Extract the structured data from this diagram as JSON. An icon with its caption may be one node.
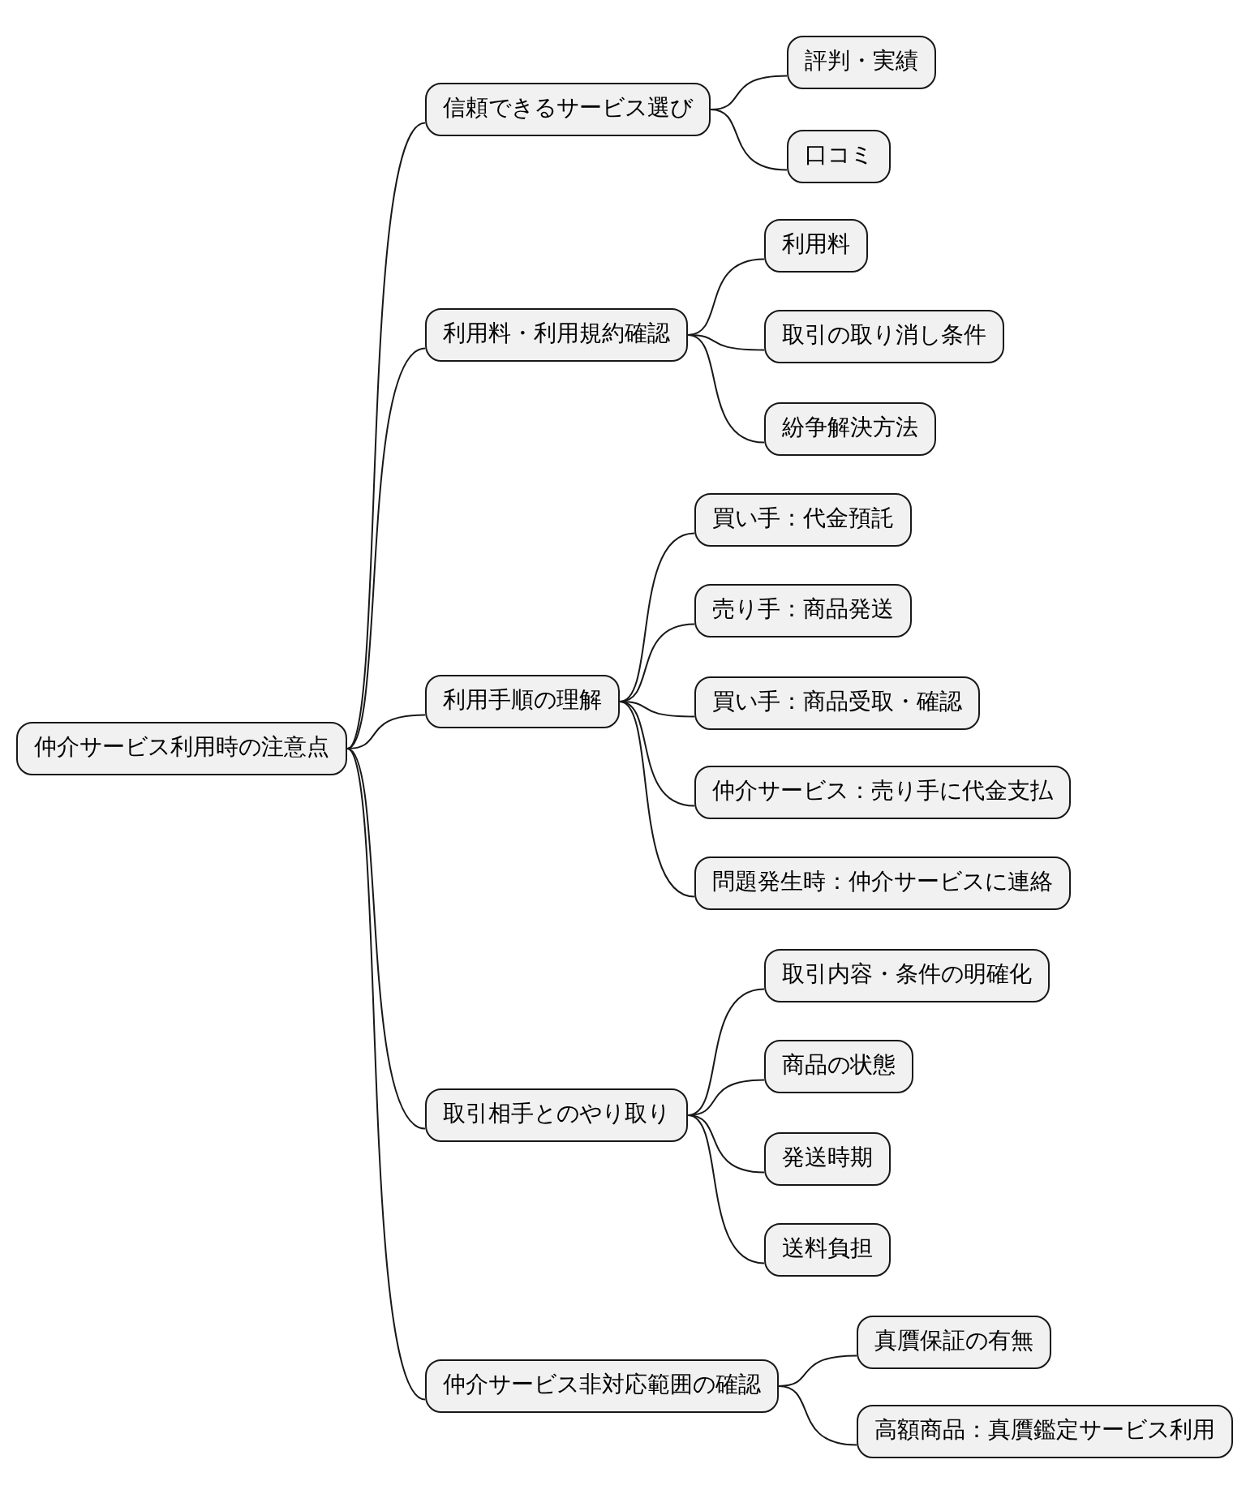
{
  "diagram": {
    "nodes": [
      {
        "text": [
          "仲介サービス利用時の注意点"
        ]
      },
      {
        "text": [
          "信頼できるサービス選び"
        ]
      },
      {
        "text": [
          "評判・実績"
        ]
      },
      {
        "text": [
          "口コミ"
        ]
      },
      {
        "text": [
          "利用料・利用規約確認"
        ]
      },
      {
        "text": [
          "利用料"
        ]
      },
      {
        "text": [
          "取引の取り消し条件"
        ]
      },
      {
        "text": [
          "紛争解決方法"
        ]
      },
      {
        "text": [
          "利用手順の理解"
        ]
      },
      {
        "text": [
          "買い手：代金預託"
        ]
      },
      {
        "text": [
          "売り手：商品発送"
        ]
      },
      {
        "text": [
          "買い手：商品受取・確認"
        ]
      },
      {
        "text": [
          "仲介サービス：売り手に代金支払"
        ]
      },
      {
        "text": [
          "問題発生時：仲介サービスに連絡"
        ]
      },
      {
        "text": [
          "取引相手とのやり取り"
        ]
      },
      {
        "text": [
          "取引内容・条件の明確化"
        ]
      },
      {
        "text": [
          "商品の状態"
        ]
      },
      {
        "text": [
          "発送時期"
        ]
      },
      {
        "text": [
          "送料負担"
        ]
      },
      {
        "text": [
          "仲介サービス非対応範囲の確認"
        ]
      },
      {
        "text": [
          "真贋保証の有無"
        ]
      },
      {
        "text": [
          "高額商品：真贋鑑定サービス利用"
        ]
      }
    ],
    "edges": [
      {
        "from": 0,
        "to": 1,
        "arrow": "none"
      },
      {
        "from": 1,
        "to": 2,
        "arrow": "none"
      },
      {
        "from": 1,
        "to": 3,
        "arrow": "none"
      },
      {
        "from": 0,
        "to": 4,
        "arrow": "none"
      },
      {
        "from": 4,
        "to": 5,
        "arrow": "none"
      },
      {
        "from": 4,
        "to": 6,
        "arrow": "none"
      },
      {
        "from": 4,
        "to": 7,
        "arrow": "none"
      },
      {
        "from": 0,
        "to": 8,
        "arrow": "none"
      },
      {
        "from": 8,
        "to": 9,
        "arrow": "none"
      },
      {
        "from": 8,
        "to": 10,
        "arrow": "none"
      },
      {
        "from": 8,
        "to": 11,
        "arrow": "none"
      },
      {
        "from": 8,
        "to": 12,
        "arrow": "none"
      },
      {
        "from": 8,
        "to": 13,
        "arrow": "none"
      },
      {
        "from": 0,
        "to": 14,
        "arrow": "none"
      },
      {
        "from": 14,
        "to": 15,
        "arrow": "none"
      },
      {
        "from": 14,
        "to": 16,
        "arrow": "none"
      },
      {
        "from": 14,
        "to": 17,
        "arrow": "none"
      },
      {
        "from": 14,
        "to": 18,
        "arrow": "none"
      },
      {
        "from": 0,
        "to": 19,
        "arrow": "none"
      },
      {
        "from": 19,
        "to": 20,
        "arrow": "none"
      },
      {
        "from": 19,
        "to": 21,
        "arrow": "none"
      }
    ]
  }
}
